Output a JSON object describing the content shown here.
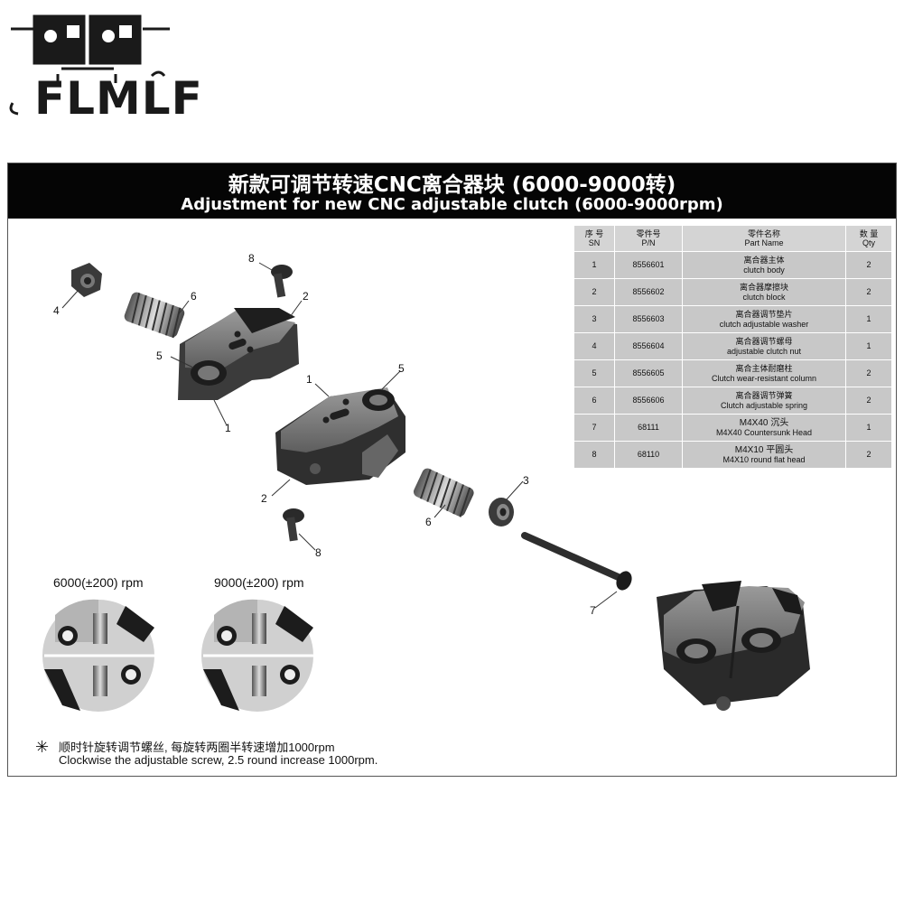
{
  "brand": {
    "logo_text": "FLMLF"
  },
  "header": {
    "title_cn": "新款可调节转速CNC离合器块 (6000-9000转)",
    "title_en": "Adjustment for new CNC adjustable clutch (6000-9000rpm)"
  },
  "parts_table": {
    "headers": [
      {
        "cn": "序 号",
        "en": "SN"
      },
      {
        "cn": "零件号",
        "en": "P/N"
      },
      {
        "cn": "零件名称",
        "en": "Part Name"
      },
      {
        "cn": "数 量",
        "en": "Qty"
      }
    ],
    "rows": [
      {
        "sn": "1",
        "pn": "8556601",
        "name_cn": "离合器主体",
        "name_en": "clutch body",
        "qty": "2"
      },
      {
        "sn": "2",
        "pn": "8556602",
        "name_cn": "离合器摩擦块",
        "name_en": "clutch block",
        "qty": "2"
      },
      {
        "sn": "3",
        "pn": "8556603",
        "name_cn": "离合器调节垫片",
        "name_en": "clutch adjustable washer",
        "qty": "1"
      },
      {
        "sn": "4",
        "pn": "8556604",
        "name_cn": "离合器调节螺母",
        "name_en": "adjustable clutch nut",
        "qty": "1"
      },
      {
        "sn": "5",
        "pn": "8556605",
        "name_cn": "离合主体耐磨柱",
        "name_en": "Clutch wear-resistant column",
        "qty": "2"
      },
      {
        "sn": "6",
        "pn": "8556606",
        "name_cn": "离合器调节弹簧",
        "name_en": "Clutch adjustable spring",
        "qty": "2"
      },
      {
        "sn": "7",
        "pn": "68111",
        "name_cn": "M4X40 沉头",
        "name_en": "M4X40 Countersunk Head",
        "qty": "1"
      },
      {
        "sn": "8",
        "pn": "68110",
        "name_cn": "M4X10 平圆头",
        "name_en": "M4X10 round flat head",
        "qty": "2"
      }
    ]
  },
  "callouts": [
    "8",
    "2",
    "6",
    "4",
    "5",
    "1",
    "1",
    "5",
    "2",
    "3",
    "6",
    "8",
    "7"
  ],
  "rpm_labels": {
    "low": "6000(±200) rpm",
    "high": "9000(±200) rpm"
  },
  "note": {
    "symbol": "✳",
    "cn": "顺时针旋转调节螺丝, 每旋转两圈半转速增加1000rpm",
    "en": "Clockwise the adjustable screw, 2.5 round increase 1000rpm."
  },
  "colors": {
    "banner": "#050505",
    "table_cell": "#c8c8c8",
    "metal": "#6e6e6e",
    "dark_metal": "#2a2a2a"
  }
}
